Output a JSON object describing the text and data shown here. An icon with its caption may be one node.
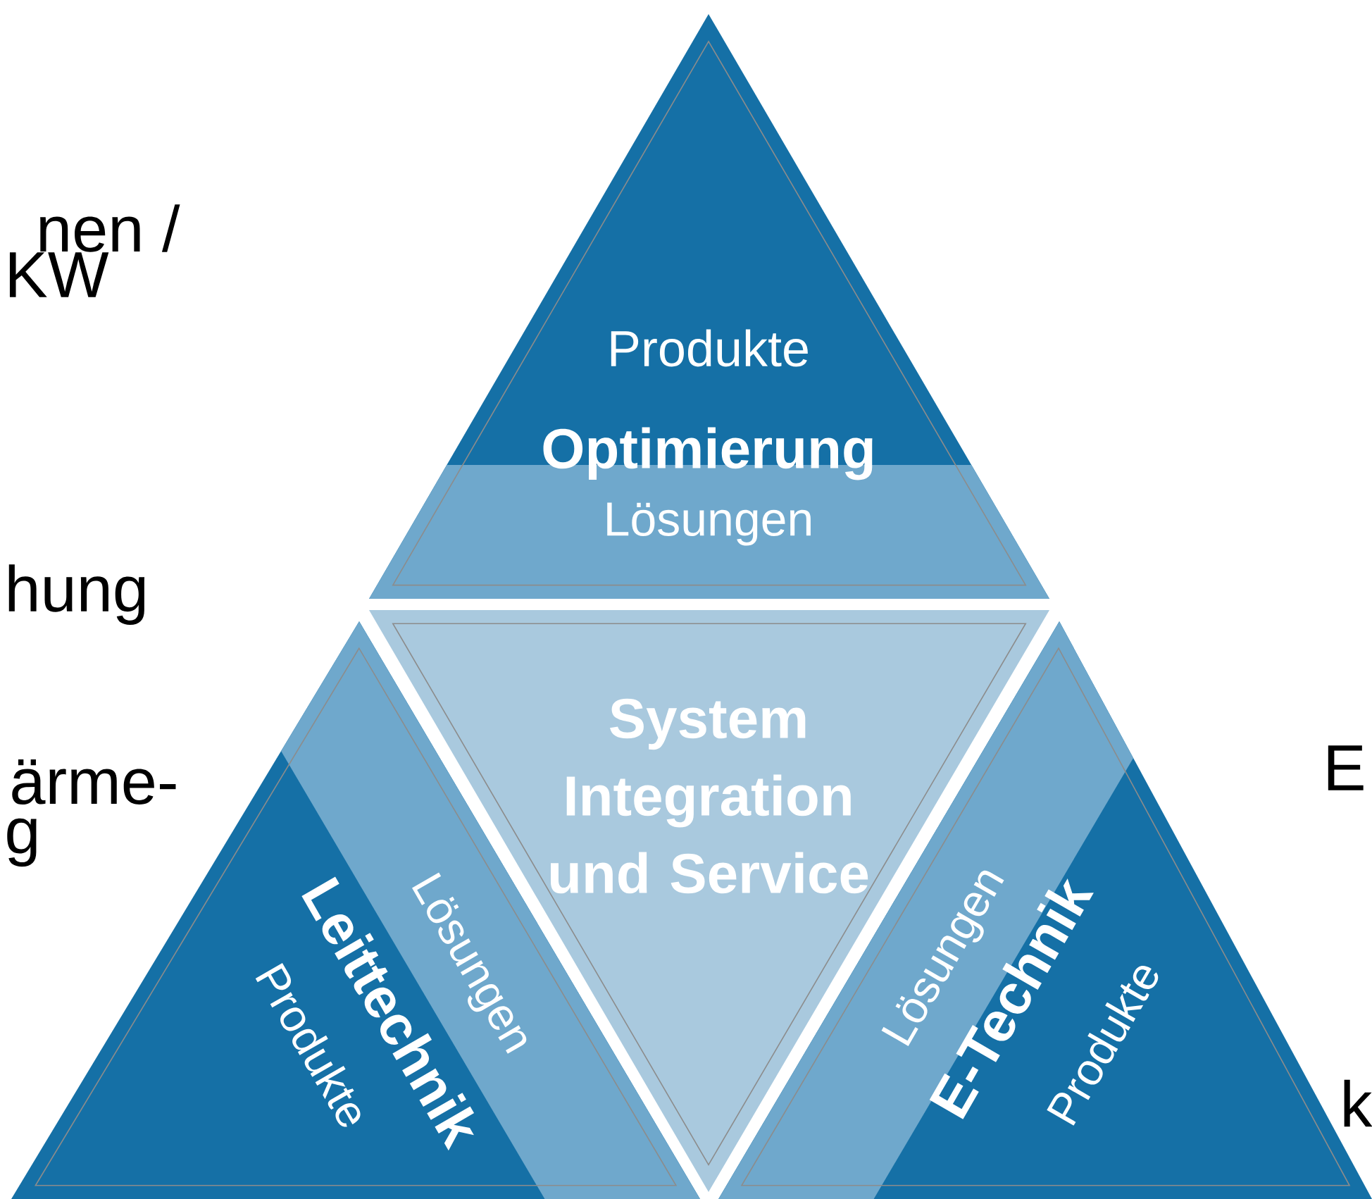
{
  "diagram": {
    "nodes": [
      {
        "text": [
          "Produkte",
          "Optimierung",
          "Lösungen"
        ]
      },
      {
        "text": [
          "System Integration und Service"
        ]
      },
      {
        "text": [
          "Lösungen",
          "Leittechnik",
          "Produkte"
        ]
      },
      {
        "text": [
          "Lösungen",
          "E-Technik",
          "Produkte"
        ]
      }
    ],
    "labels": [
      "nen /",
      "KW",
      "hung",
      "ärme-",
      "g",
      "E",
      "k"
    ]
  }
}
